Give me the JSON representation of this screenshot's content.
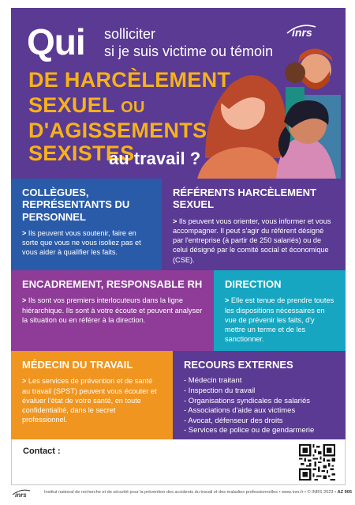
{
  "hero": {
    "qui": "Qui",
    "line1": "solliciter",
    "line2": "si je suis victime ou témoin",
    "orange1": "DE HARCÈLEMENT",
    "orange2_a": "SEXUEL ",
    "orange2_b": "OU",
    "orange3": "D'AGISSEMENTS",
    "orange4": "SEXISTES",
    "autravail": "au travail ?",
    "logo": "inrs"
  },
  "sections": {
    "collegues": {
      "title": "COLLÈGUES, REPRÉSENTANTS DU PERSONNEL",
      "text": "Ils peuvent vous soutenir, faire en sorte que vous ne vous isoliez pas et  vous aider à qualifier les faits."
    },
    "referents": {
      "title": "RÉFÉRENTS HARCÈLEMENT SEXUEL",
      "text": "Ils peuvent vous orienter, vous informer et vous accompagner. Il peut s'agir du référent désigné par l'entreprise (à partir de 250 salariés) ou de celui désigné par le comité social et économique (CSE)."
    },
    "encadrement": {
      "title": "ENCADREMENT, RESPONSABLE RH",
      "text": "Ils sont vos premiers interlocuteurs dans la ligne hiérarchique. Ils sont à votre écoute et peuvent analyser la situation ou en référer à la direction."
    },
    "direction": {
      "title": "DIRECTION",
      "text": "Elle est tenue de prendre toutes les dispositions nécessaires en vue de prévenir les faits, d'y mettre un terme et de les sanctionner."
    },
    "medecin": {
      "title": "MÉDECIN DU TRAVAIL",
      "text": "Les services de prévention et de santé au travail (SPST) peuvent vous écouter et évaluer l'état de votre santé, en toute confidentialité, dans le secret professionnel."
    },
    "recours": {
      "title": "RECOURS EXTERNES",
      "items": [
        "- Médecin traitant",
        "- Inspection du travail",
        "- Organisations syndicales de salariés",
        "- Associations d'aide aux victimes",
        "- Avocat, défenseur des droits",
        "- Services de police ou de gendarmerie"
      ]
    }
  },
  "contact": {
    "label": "Contact :"
  },
  "footer": {
    "logo": "inrs",
    "text": "Institut national de recherche et de sécurité pour la prévention des accidents du travail et des maladies professionnelles • www.inrs.fr • © INRS 2023 • ",
    "ref": "AZ 905"
  },
  "colors": {
    "purple": "#5a3a93",
    "blue": "#2a5ba8",
    "magenta": "#8e3c97",
    "cyan": "#16a6c1",
    "orange": "#f0951f",
    "yellow": "#f6b21a"
  }
}
